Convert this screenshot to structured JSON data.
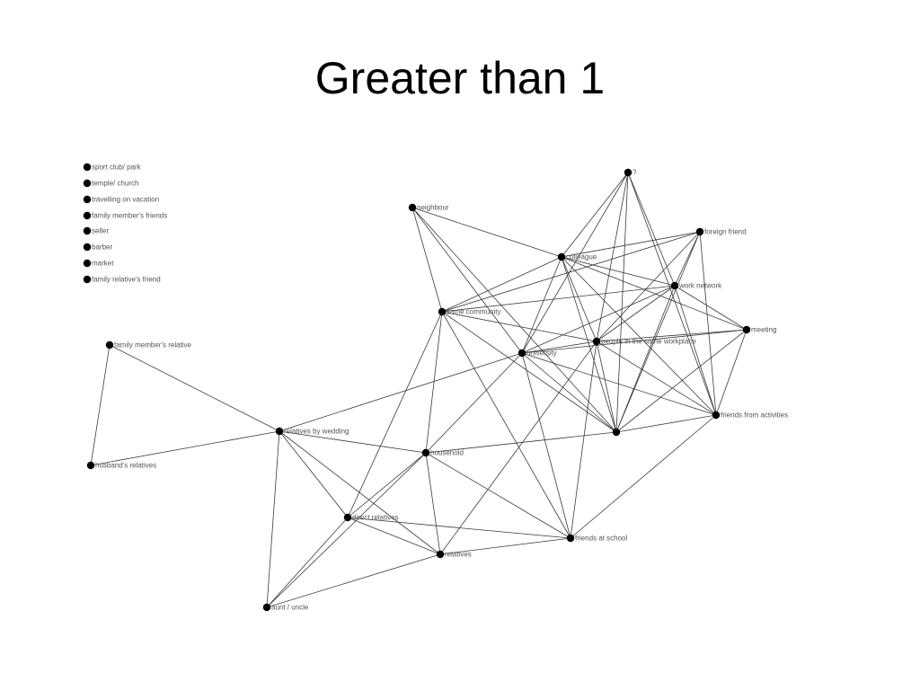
{
  "slide": {
    "title": "Greater than 1"
  },
  "diagram": {
    "nodes": [
      {
        "id": "sport",
        "label": "sport club/ park"
      },
      {
        "id": "temple",
        "label": "temple/ church"
      },
      {
        "id": "travel",
        "label": "travelling on vacation"
      },
      {
        "id": "fmfriends",
        "label": "family member's friends"
      },
      {
        "id": "seller",
        "label": "seller"
      },
      {
        "id": "barber",
        "label": "barber"
      },
      {
        "id": "market",
        "label": "market"
      },
      {
        "id": "frfriend",
        "label": "family relative's friend"
      },
      {
        "id": "q",
        "label": "?"
      },
      {
        "id": "neighbour",
        "label": "neighbour"
      },
      {
        "id": "foreign",
        "label": "foreign friend"
      },
      {
        "id": "colleague",
        "label": "colleague"
      },
      {
        "id": "work",
        "label": "work network"
      },
      {
        "id": "community",
        "label": "same community"
      },
      {
        "id": "meeting",
        "label": "meeting"
      },
      {
        "id": "fmrelative",
        "label": "family member's relative"
      },
      {
        "id": "workplace",
        "label": "people in the same workplace"
      },
      {
        "id": "university",
        "label": "university"
      },
      {
        "id": "activities",
        "label": "friends from activities"
      },
      {
        "id": "unnamed",
        "label": ""
      },
      {
        "id": "wedding",
        "label": "relatives by wedding"
      },
      {
        "id": "household",
        "label": "household"
      },
      {
        "id": "husband",
        "label": "husband's relatives"
      },
      {
        "id": "direct",
        "label": "direct relatives"
      },
      {
        "id": "school",
        "label": "friends at school"
      },
      {
        "id": "relatives",
        "label": "relatives"
      },
      {
        "id": "aunt",
        "label": "aunt / uncle"
      }
    ],
    "edges": [
      [
        "fmrelative",
        "husband"
      ],
      [
        "fmrelative",
        "wedding"
      ],
      [
        "husband",
        "wedding"
      ],
      [
        "wedding",
        "university"
      ],
      [
        "wedding",
        "household"
      ],
      [
        "wedding",
        "direct"
      ],
      [
        "wedding",
        "relatives"
      ],
      [
        "wedding",
        "aunt"
      ],
      [
        "aunt",
        "direct"
      ],
      [
        "aunt",
        "relatives"
      ],
      [
        "aunt",
        "household"
      ],
      [
        "direct",
        "household"
      ],
      [
        "direct",
        "community"
      ],
      [
        "direct",
        "school"
      ],
      [
        "direct",
        "relatives"
      ],
      [
        "household",
        "relatives"
      ],
      [
        "household",
        "school"
      ],
      [
        "household",
        "community"
      ],
      [
        "household",
        "university"
      ],
      [
        "household",
        "unnamed"
      ],
      [
        "relatives",
        "school"
      ],
      [
        "relatives",
        "workplace"
      ],
      [
        "school",
        "university"
      ],
      [
        "school",
        "community"
      ],
      [
        "school",
        "workplace"
      ],
      [
        "school",
        "activities"
      ],
      [
        "neighbour",
        "community"
      ],
      [
        "neighbour",
        "colleague"
      ],
      [
        "neighbour",
        "university"
      ],
      [
        "neighbour",
        "unnamed"
      ],
      [
        "community",
        "colleague"
      ],
      [
        "community",
        "foreign"
      ],
      [
        "community",
        "work"
      ],
      [
        "community",
        "workplace"
      ],
      [
        "community",
        "unnamed"
      ],
      [
        "university",
        "colleague"
      ],
      [
        "university",
        "work"
      ],
      [
        "university",
        "workplace"
      ],
      [
        "university",
        "meeting"
      ],
      [
        "university",
        "activities"
      ],
      [
        "university",
        "q"
      ],
      [
        "university",
        "unnamed"
      ],
      [
        "colleague",
        "q"
      ],
      [
        "colleague",
        "foreign"
      ],
      [
        "colleague",
        "work"
      ],
      [
        "colleague",
        "meeting"
      ],
      [
        "colleague",
        "activities"
      ],
      [
        "colleague",
        "unnamed"
      ],
      [
        "colleague",
        "workplace"
      ],
      [
        "q",
        "workplace"
      ],
      [
        "q",
        "unnamed"
      ],
      [
        "q",
        "work"
      ],
      [
        "q",
        "activities"
      ],
      [
        "foreign",
        "workplace"
      ],
      [
        "foreign",
        "work"
      ],
      [
        "foreign",
        "activities"
      ],
      [
        "foreign",
        "unnamed"
      ],
      [
        "work",
        "meeting"
      ],
      [
        "work",
        "workplace"
      ],
      [
        "work",
        "unnamed"
      ],
      [
        "work",
        "activities"
      ],
      [
        "workplace",
        "meeting"
      ],
      [
        "workplace",
        "unnamed"
      ],
      [
        "workplace",
        "activities"
      ],
      [
        "meeting",
        "activities"
      ],
      [
        "meeting",
        "unnamed"
      ],
      [
        "unnamed",
        "activities"
      ]
    ]
  }
}
